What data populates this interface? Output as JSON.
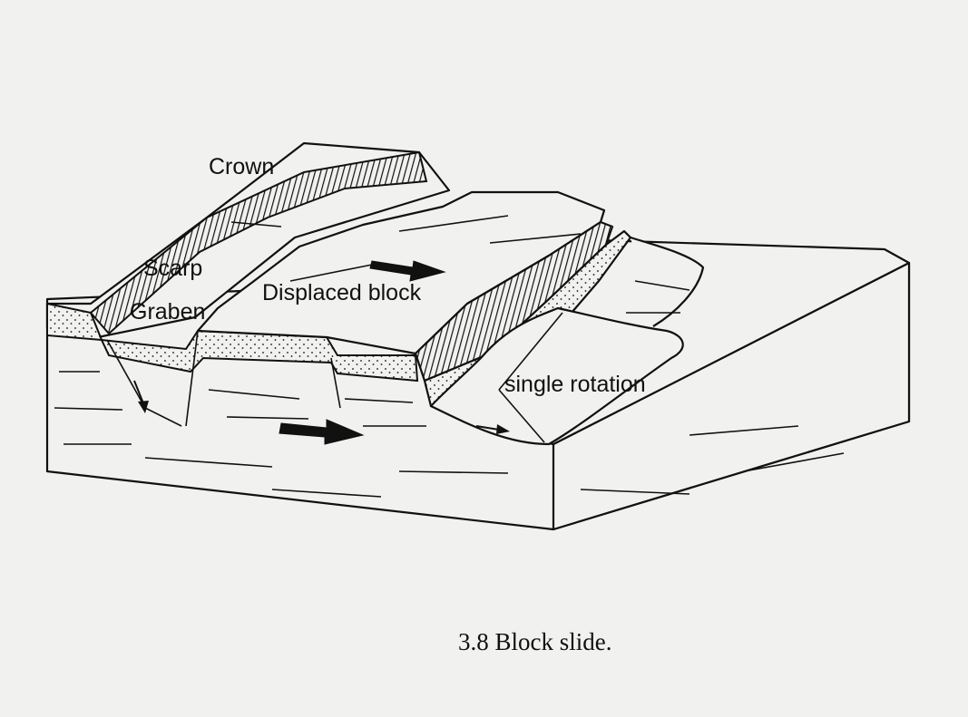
{
  "labels": {
    "crown": "Crown",
    "scarp": "Scarp",
    "graben": "Graben",
    "displaced_block": "Displaced block",
    "single_rotation": "single rotation"
  },
  "caption": "3.8  Block slide.",
  "colors": {
    "ink": "#111111",
    "paper": "#f1f1ef"
  }
}
